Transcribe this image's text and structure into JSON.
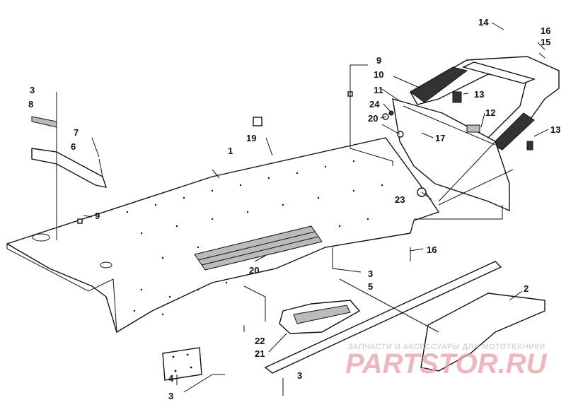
{
  "diagram": {
    "callouts": [
      {
        "id": "c1",
        "text": "1"
      },
      {
        "id": "c2",
        "text": "2"
      },
      {
        "id": "c3a",
        "text": "3"
      },
      {
        "id": "c3b",
        "text": "3"
      },
      {
        "id": "c3c",
        "text": "3"
      },
      {
        "id": "c3d",
        "text": "3"
      },
      {
        "id": "c4",
        "text": "4"
      },
      {
        "id": "c5",
        "text": "5"
      },
      {
        "id": "c6",
        "text": "6"
      },
      {
        "id": "c7",
        "text": "7"
      },
      {
        "id": "c8",
        "text": "8"
      },
      {
        "id": "c9a",
        "text": "9"
      },
      {
        "id": "c9b",
        "text": "9"
      },
      {
        "id": "c10",
        "text": "10"
      },
      {
        "id": "c11",
        "text": "11"
      },
      {
        "id": "c12",
        "text": "12"
      },
      {
        "id": "c13a",
        "text": "13"
      },
      {
        "id": "c13b",
        "text": "13"
      },
      {
        "id": "c14",
        "text": "14"
      },
      {
        "id": "c15",
        "text": "15"
      },
      {
        "id": "c16a",
        "text": "16"
      },
      {
        "id": "c16b",
        "text": "16"
      },
      {
        "id": "c17",
        "text": "17"
      },
      {
        "id": "c19",
        "text": "19"
      },
      {
        "id": "c20a",
        "text": "20"
      },
      {
        "id": "c20b",
        "text": "20"
      },
      {
        "id": "c21",
        "text": "21"
      },
      {
        "id": "c22",
        "text": "22"
      },
      {
        "id": "c23",
        "text": "23"
      },
      {
        "id": "c24",
        "text": "24"
      }
    ]
  },
  "watermark": {
    "tagline": "ЗАПЧАСТИ И АКСЕССУАРЫ ДЛЯ МОТОТЕХНИКИ",
    "brand": "PARTSTOR.RU"
  }
}
